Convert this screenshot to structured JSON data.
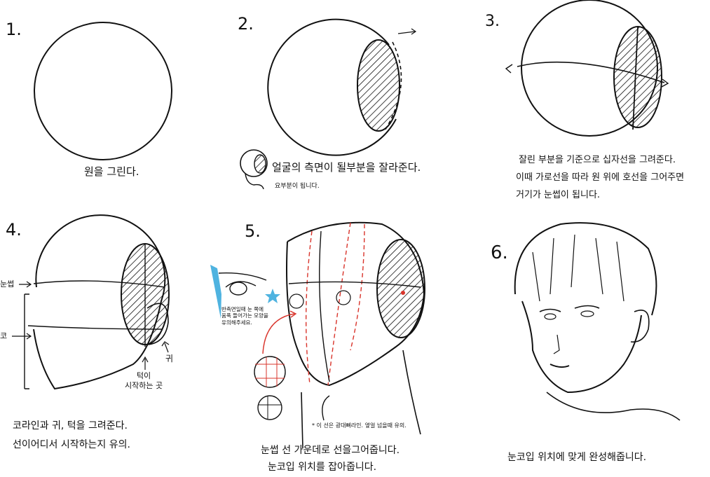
{
  "steps": [
    {
      "number": "1.",
      "caption": "원을 그린다."
    },
    {
      "number": "2.",
      "caption": "얼굴의 측면이 될부분을 잘라준다.",
      "note": "요부분이 됩니다."
    },
    {
      "number": "3.",
      "caption_lines": [
        "잘린 부분을 기준으로 십자선을 그려준다.",
        "이때 가로선을 따라 원 위에 호선을 그어주면",
        "거기가 눈썹이 됩니다."
      ]
    },
    {
      "number": "4.",
      "side_labels": [
        "눈썹",
        "코"
      ],
      "labels": [
        "귀",
        "턱이\n시작하는 곳"
      ],
      "caption_lines": [
        "코라인과 귀, 턱을 그려준다.",
        "선이어디서 시작하는지 유의."
      ]
    },
    {
      "number": "5.",
      "eye_note": "반측면일때 눈 쪽에\n움푹 들어가는 모양을\n유의해주세요.",
      "jaw_note": "* 이 선은 광대뼈라인. 옆얼 넘을때 유의.",
      "caption_lines": [
        "눈썹 선 가운데로 선을그어줍니다.",
        "눈코입 위치를 잡아줍니다."
      ]
    },
    {
      "number": "6.",
      "caption": "눈코입 위치에 맞게 완성해줍니다."
    }
  ],
  "colors": {
    "ink": "#111111",
    "guide_red": "#d9342b",
    "eye_blue": "#4fb3e0"
  }
}
